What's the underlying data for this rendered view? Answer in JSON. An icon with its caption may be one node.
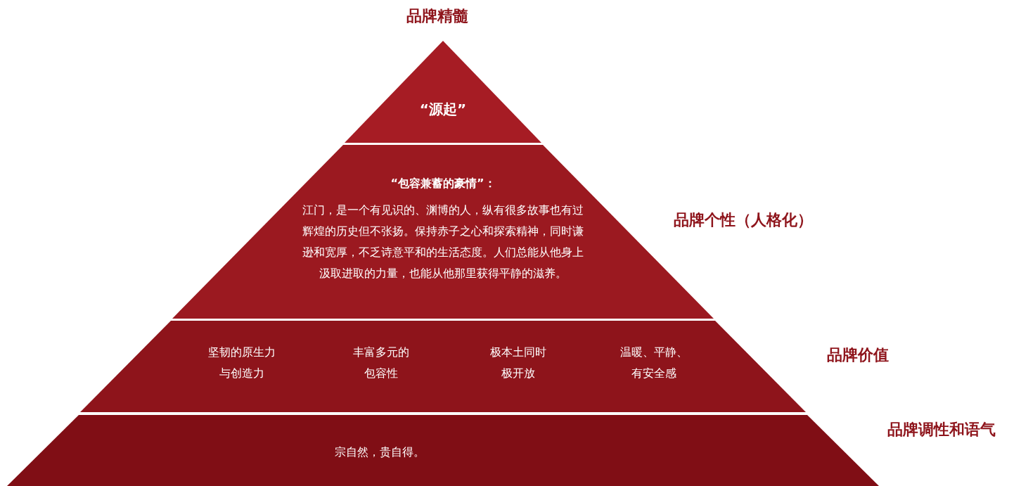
{
  "diagram": {
    "nodes": [
      {
        "text": [
          "“源起”"
        ],
        "beside": [
          "品牌精髓"
        ]
      },
      {
        "text": [
          "“包容兼蓄的豪情”：",
          "江门，是一个有见识的、渊博的人，纵有很多故事也有过辉煌的历史但不张扬。保持赤子之心和探索精神，同时谦逊和宽厚，不乏诗意平和的生活态度。人们总能从他身上汲取进取的力量，也能从他那里获得平静的滋养。"
        ],
        "beside": [
          "品牌个性（人格化）"
        ]
      },
      {
        "text": [
          "坚韧的原生力与创造力",
          "丰富多元的包容性",
          "极本土同时极开放",
          "温暖、平静、有安全感"
        ],
        "beside": [
          "品牌价值"
        ]
      },
      {
        "text": [
          "宗自然，贵自得。"
        ],
        "beside": [
          "品牌调性和语气"
        ]
      }
    ]
  }
}
